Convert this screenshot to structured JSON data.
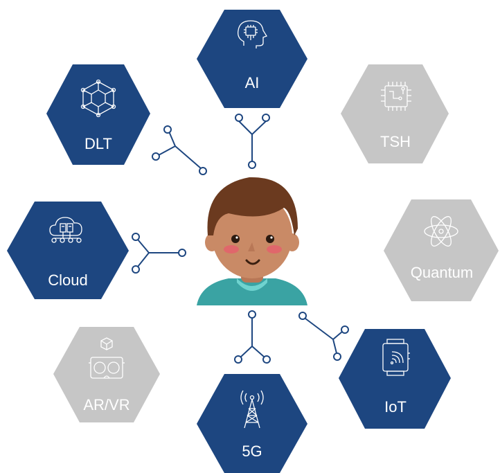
{
  "nodes": {
    "ai": {
      "label": "AI",
      "active": true,
      "icon": "ai-head-chip-icon"
    },
    "dlt": {
      "label": "DLT",
      "active": true,
      "icon": "network-cube-icon"
    },
    "tsh": {
      "label": "TSH",
      "active": false,
      "icon": "circuit-chip-icon"
    },
    "cloud": {
      "label": "Cloud",
      "active": true,
      "icon": "cloud-servers-icon"
    },
    "quantum": {
      "label": "Quantum",
      "active": false,
      "icon": "atom-icon"
    },
    "arvr": {
      "label": "AR/VR",
      "active": false,
      "icon": "vr-headset-icon"
    },
    "fiveg": {
      "label": "5G",
      "active": true,
      "icon": "antenna-tower-icon"
    },
    "iot": {
      "label": "IoT",
      "active": true,
      "icon": "smartwatch-icon"
    }
  },
  "center": {
    "figure": "person-avatar"
  },
  "colors": {
    "active": "#1d4680",
    "inactive": "#c6c6c6",
    "connector": "#1d4680",
    "skin": "#c98a66",
    "hair": "#6b3a1f",
    "shirt": "#3aa3a3",
    "collar": "#6fd3cf"
  }
}
